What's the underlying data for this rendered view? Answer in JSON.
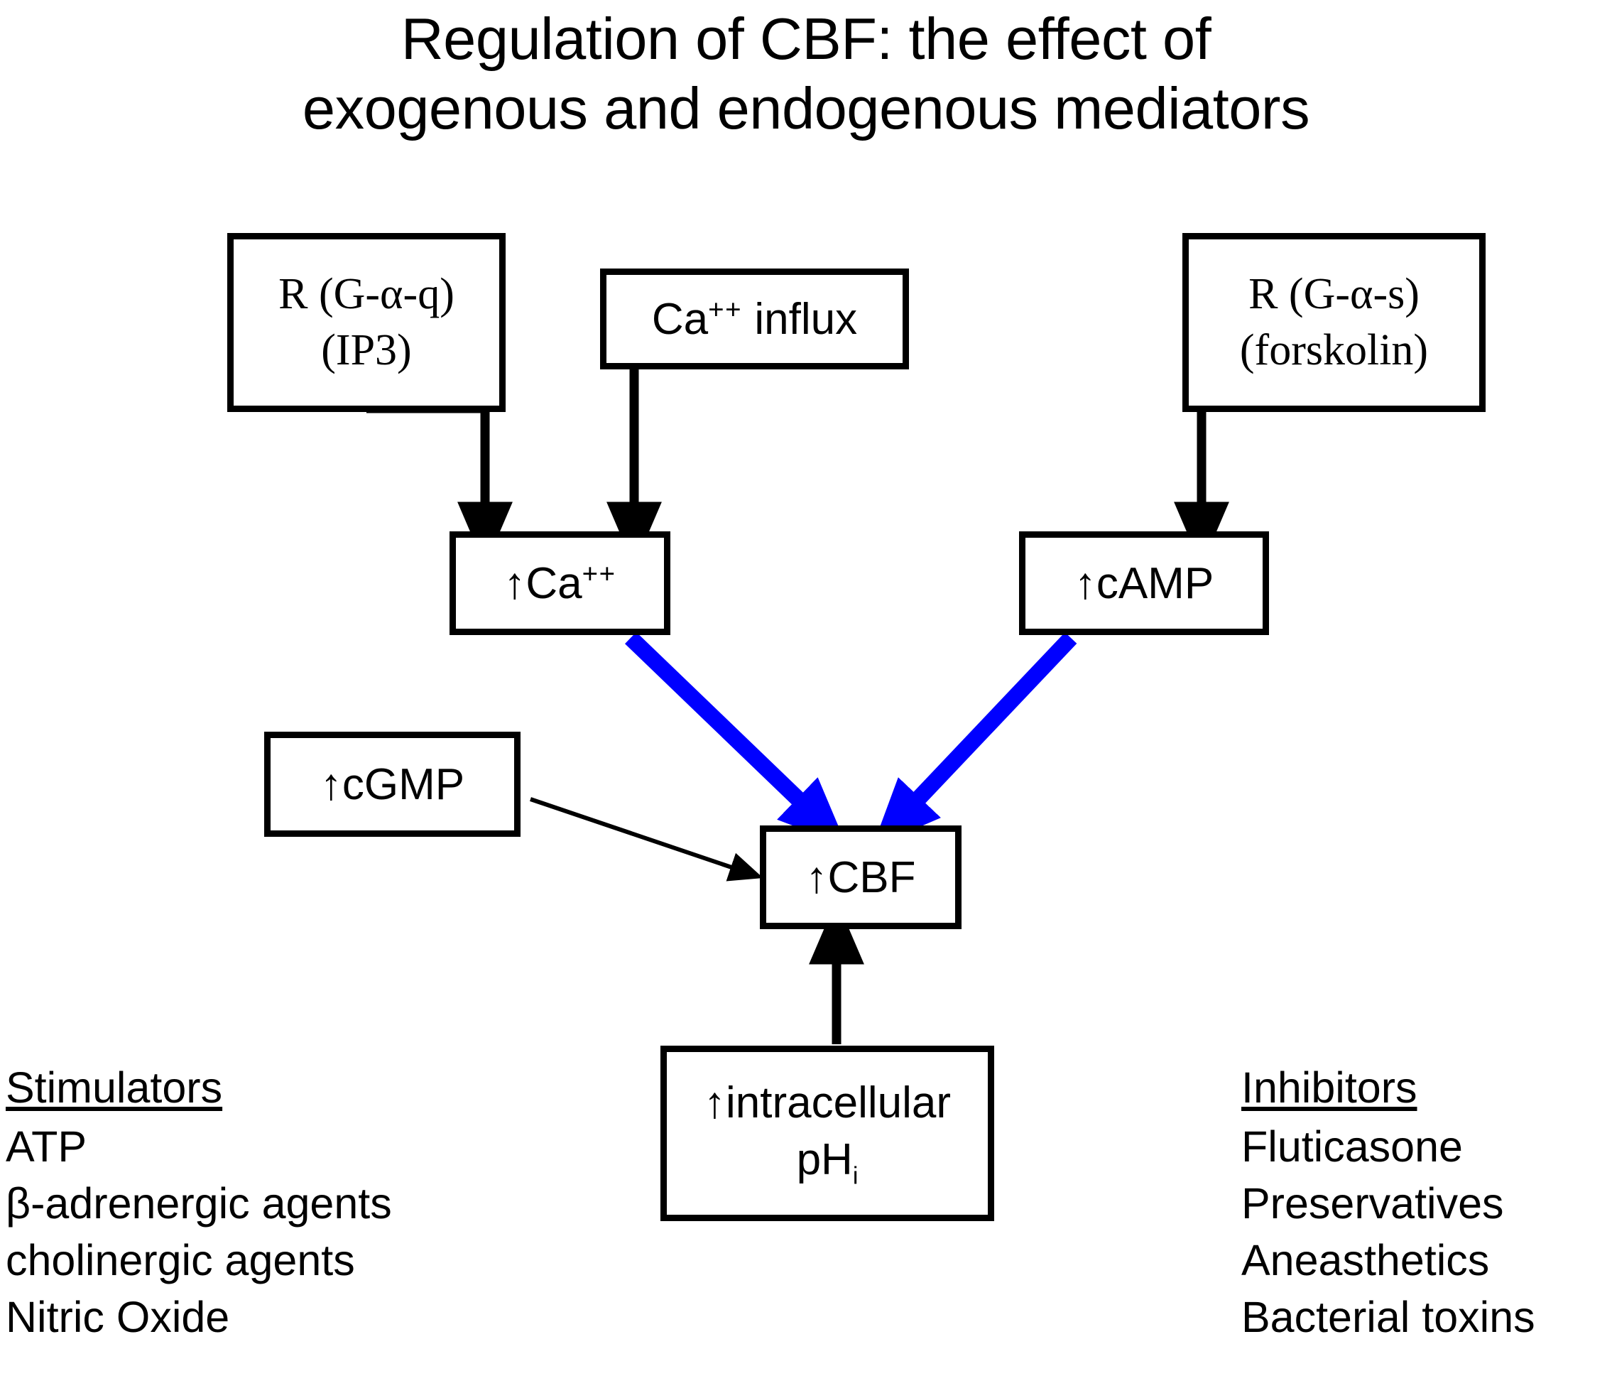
{
  "title": "Regulation of CBF: the effect of\nexogenous and endogenous mediators",
  "nodes": {
    "gaq": {
      "line1": "R (G-α-q)",
      "line2": "(IP3)"
    },
    "ca_influx": {
      "text": "Ca",
      "sup": "++",
      "tail": "influx"
    },
    "gas": {
      "line1": "R (G-α-s)",
      "line2": "(forskolin)"
    },
    "ca_up": {
      "text": "↑Ca",
      "sup": "++"
    },
    "camp": {
      "text": "↑cAMP"
    },
    "cgmp": {
      "text": "↑cGMP"
    },
    "cbf": {
      "text": "↑CBF"
    },
    "ph": {
      "line1": "↑intracellular",
      "line2": "pH",
      "sub": "i"
    }
  },
  "lists": {
    "stimulators": {
      "heading": "Stimulators",
      "items": [
        "ATP",
        "β-adrenergic agents",
        "cholinergic agents",
        "Nitric Oxide"
      ]
    },
    "inhibitors": {
      "heading": "Inhibitors",
      "items": [
        "Fluticasone",
        "Preservatives",
        "Aneasthetics",
        "Bacterial toxins"
      ]
    }
  },
  "edges": [
    {
      "name": "gaq-to-ca",
      "from": "gaq",
      "to": "ca_up",
      "style": "black-thick"
    },
    {
      "name": "influx-to-ca",
      "from": "ca_influx",
      "to": "ca_up",
      "style": "black-thick"
    },
    {
      "name": "gas-to-camp",
      "from": "gas",
      "to": "camp",
      "style": "black-thick"
    },
    {
      "name": "ca-to-cbf",
      "from": "ca_up",
      "to": "cbf",
      "style": "blue-thick"
    },
    {
      "name": "camp-to-cbf",
      "from": "camp",
      "to": "cbf",
      "style": "blue-thick"
    },
    {
      "name": "cgmp-to-cbf",
      "from": "cgmp",
      "to": "cbf",
      "style": "black-thin"
    },
    {
      "name": "ph-to-cbf",
      "from": "ph",
      "to": "cbf",
      "style": "black-thick"
    }
  ],
  "colors": {
    "stroke_black": "#000000",
    "stroke_blue": "#0000FF",
    "background": "#FFFFFF"
  }
}
